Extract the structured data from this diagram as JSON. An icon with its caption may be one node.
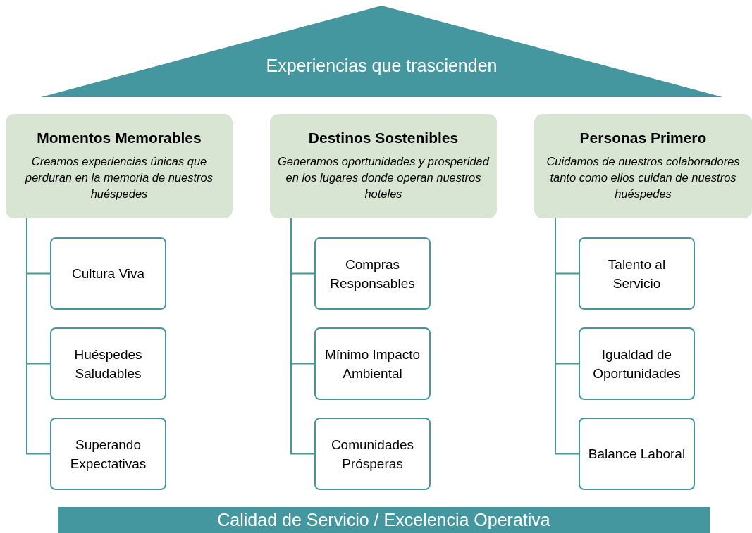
{
  "diagram": {
    "nodes": [
      {
        "text": [
          "Experiencias que trascienden"
        ]
      },
      {
        "text": [
          "Momentos Memorables",
          "Creamos experiencias únicas que perduran en la memoria de nuestros huéspedes"
        ]
      },
      {
        "text": [
          "Cultura Viva"
        ]
      },
      {
        "text": [
          "Huéspedes Saludables"
        ]
      },
      {
        "text": [
          "Superando Expectativas"
        ]
      },
      {
        "text": [
          "Destinos Sostenibles",
          "Generamos oportunidades y prosperidad en los lugares donde operan nuestros hoteles"
        ]
      },
      {
        "text": [
          "Compras Responsables"
        ]
      },
      {
        "text": [
          "Mínimo Impacto Ambiental"
        ]
      },
      {
        "text": [
          "Comunidades Prósperas"
        ]
      },
      {
        "text": [
          "Personas Primero",
          "Cuidamos de nuestros colaboradores tanto como ellos cuidan de nuestros huéspedes"
        ]
      },
      {
        "text": [
          "Talento al Servicio"
        ]
      },
      {
        "text": [
          "Igualdad de Oportunidades"
        ]
      },
      {
        "text": [
          "Balance Laboral"
        ]
      },
      {
        "text": [
          "Calidad de Servicio / Excelencia Operativa"
        ]
      }
    ],
    "edges": [
      {
        "from": 1,
        "to": 2,
        "arrow": "none"
      },
      {
        "from": 1,
        "to": 3,
        "arrow": "none"
      },
      {
        "from": 1,
        "to": 4,
        "arrow": "none"
      },
      {
        "from": 5,
        "to": 6,
        "arrow": "none"
      },
      {
        "from": 5,
        "to": 7,
        "arrow": "none"
      },
      {
        "from": 5,
        "to": 8,
        "arrow": "none"
      },
      {
        "from": 9,
        "to": 10,
        "arrow": "none"
      },
      {
        "from": 9,
        "to": 11,
        "arrow": "none"
      },
      {
        "from": 9,
        "to": 12,
        "arrow": "none"
      }
    ]
  }
}
